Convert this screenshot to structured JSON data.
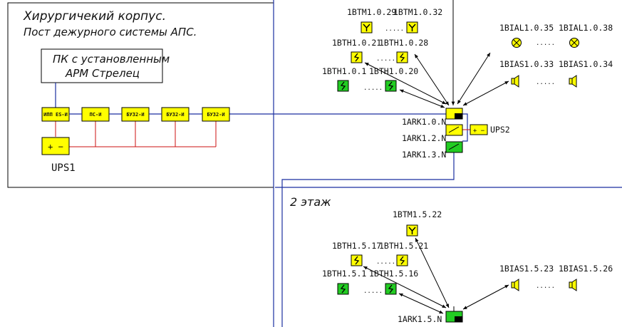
{
  "building": {
    "title_line1": "Хирургичекий корпус.",
    "title_line2": "Пост дежурного системы АПС."
  },
  "pc_box": {
    "line1": "ПК с установленным",
    "line2": "АРМ Стрелец"
  },
  "rack_modules": [
    {
      "label": "ИПП ES-И"
    },
    {
      "label": "ПС-И"
    },
    {
      "label": "БУ32-И"
    },
    {
      "label": "БУ32-И"
    },
    {
      "label": "БУ32-И"
    }
  ],
  "ups1": {
    "label": "UPS1",
    "symbol": "+ −"
  },
  "ups2": {
    "label": "UPS2",
    "symbol": "+ −"
  },
  "floor1": {
    "btm_a": "1BTM1.0.29",
    "btm_b": "1BTM1.0.32",
    "bth_a": "1BTH1.0.21",
    "bth_b": "1BTH1.0.28",
    "bth_c": "1BTH1.0.1",
    "bth_d": "1BTH1.0.20",
    "bial_a": "1BIAL1.0.35",
    "bial_b": "1BIAL1.0.38",
    "bias_a": "1BIAS1.0.33",
    "bias_b": "1BIAS1.0.34",
    "ark0": "1ARK1.0.N",
    "ark2": "1ARK1.2.N",
    "ark3": "1ARK1.3.N"
  },
  "floor2": {
    "label": "2 этаж",
    "btm": "1BTM1.5.22",
    "bth_a": "1BTH1.5.17",
    "bth_b": "1BTH1.5.21",
    "bth_c": "1BTH1.5.1",
    "bth_d": "1BTH1.5.16",
    "bias_a": "1BIAS1.5.23",
    "bias_b": "1BIAS1.5.26",
    "ark": "1ARK1.5.N"
  },
  "ellipsis": "....."
}
